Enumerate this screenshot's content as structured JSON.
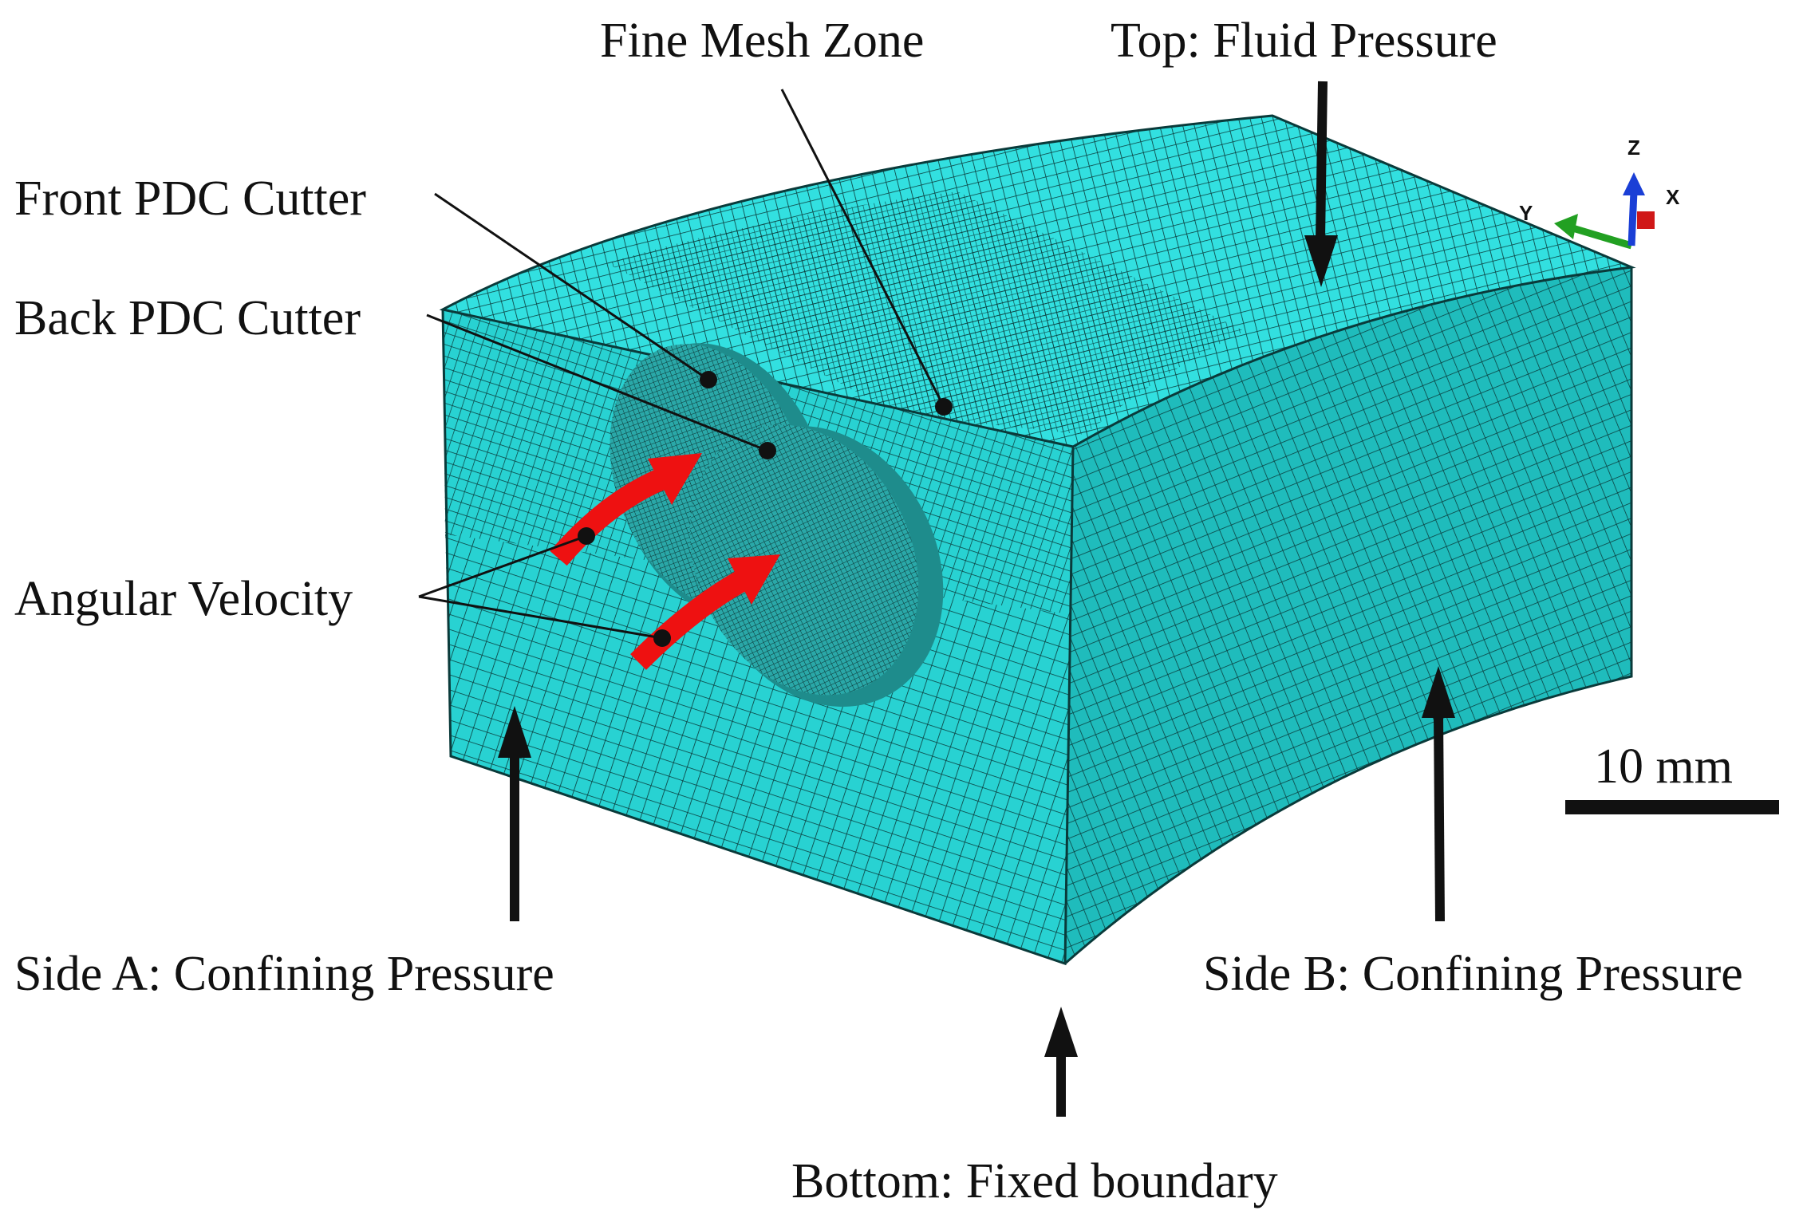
{
  "labels": {
    "fine_mesh_zone": "Fine Mesh Zone",
    "top": "Top: Fluid Pressure",
    "front_cutter": "Front PDC Cutter",
    "back_cutter": "Back PDC Cutter",
    "angular_velocity": "Angular Velocity",
    "side_a": "Side A: Confining Pressure",
    "side_b": "Side B: Confining Pressure",
    "bottom": "Bottom: Fixed boundary",
    "scale_bar": "10 mm"
  },
  "triad": {
    "z": "Z",
    "y": "Y",
    "x": "X"
  },
  "colors": {
    "mesh_top": "#32e0e0",
    "mesh_front": "#28d2d2",
    "mesh_side": "#1fbcbc",
    "cutter": "#2aa8a8",
    "cutter_dark": "#1e8c8c",
    "velocity_arrow": "#ee1111",
    "annotation": "#111111",
    "triad_z": "#1a3fd6",
    "triad_y": "#22a022",
    "triad_x": "#d01818"
  }
}
